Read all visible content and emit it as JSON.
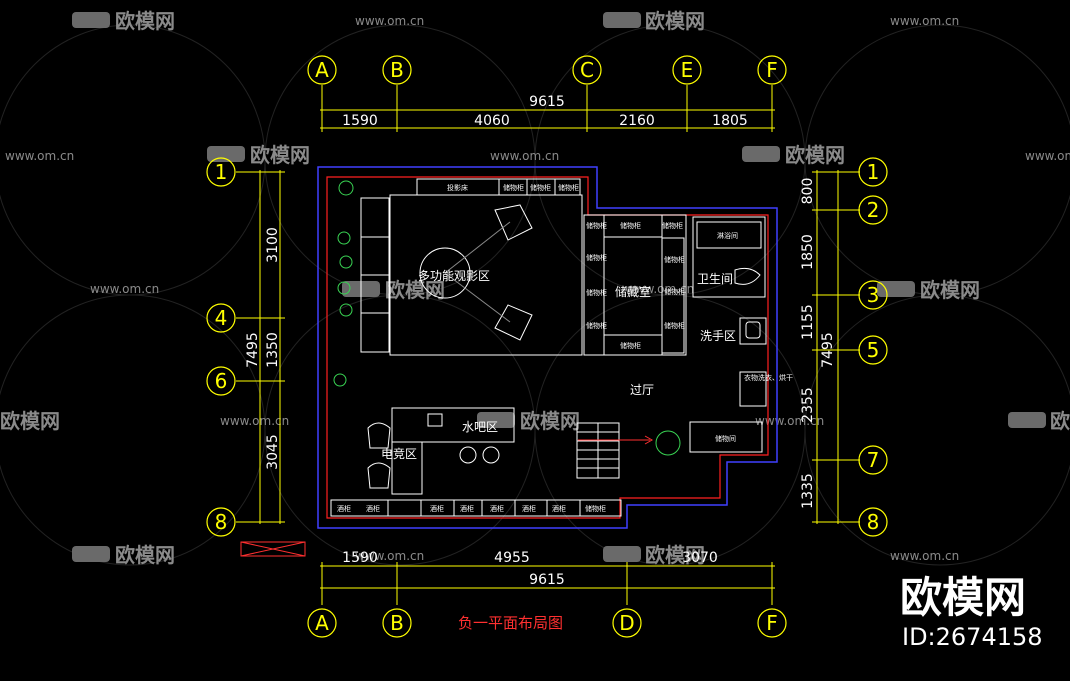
{
  "watermark": {
    "brand": "欧模网",
    "site": "www.om.cn",
    "big_brand": "欧模网",
    "id_text": "ID:2674158"
  },
  "title": "负一平面布局图",
  "axes_top": [
    "A",
    "B",
    "C",
    "E",
    "F"
  ],
  "axes_bottom": [
    "A",
    "B",
    "D",
    "F"
  ],
  "axes_left": [
    "1",
    "4",
    "6",
    "8"
  ],
  "axes_right": [
    "1",
    "2",
    "3",
    "5",
    "7",
    "8"
  ],
  "dims_top": {
    "total": "9615",
    "parts": [
      "1590",
      "4060",
      "2160",
      "1805"
    ]
  },
  "dims_bottom": {
    "total": "9615",
    "parts": [
      "1590",
      "4955",
      "3070"
    ]
  },
  "dims_left": {
    "total": "7495",
    "parts": [
      "3100",
      "1350",
      "3045"
    ]
  },
  "dims_right": {
    "total": "7495",
    "parts": [
      "800",
      "1850",
      "1155",
      "2355",
      "1335"
    ]
  },
  "rooms": {
    "theater": "多功能观影区",
    "storage": "储藏室",
    "bathroom": "卫生间",
    "washroom": "洗手区",
    "hall": "过厅",
    "bar": "水吧区",
    "gaming": "电竞区"
  },
  "cabinets": {
    "top_row": [
      "储物柜",
      "储物柜",
      "储物柜",
      "储物柜"
    ],
    "projector": "投影床",
    "storage_cabinet": "储物柜",
    "shower": "淋浴间",
    "laundry": "衣物洗衣、烘干",
    "utility": "储物间",
    "wine": "酒柜"
  },
  "colors": {
    "axis_circle": "#ffff00",
    "dim_line": "#ffff00",
    "wall_outer": "#4040ff",
    "wall_inner": "#ff2020",
    "furniture": "#ffffff",
    "title": "#ff3030",
    "watermark": "#9a9a9a"
  }
}
